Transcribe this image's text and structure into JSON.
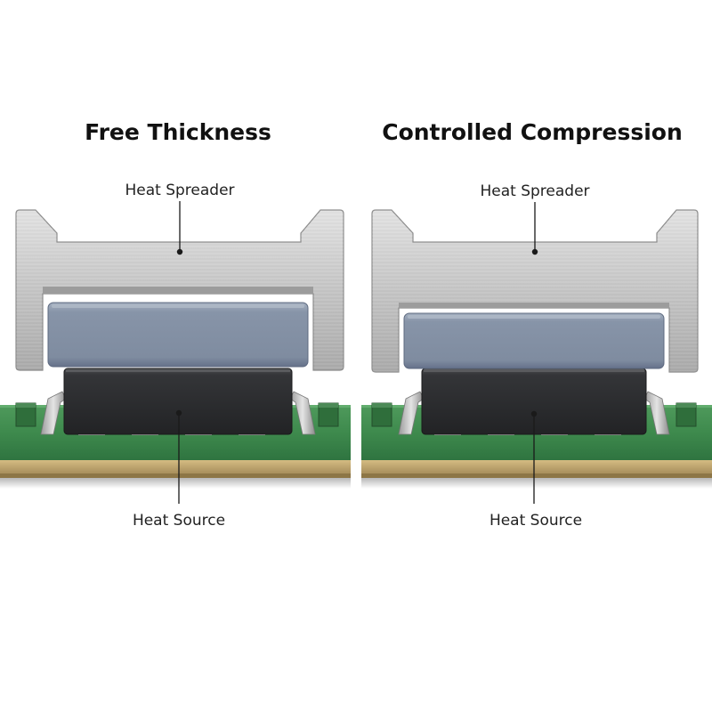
{
  "panels": [
    {
      "title": "Free Thickness",
      "top_label": "Heat Spreader",
      "bottom_label": "Heat Source",
      "state": "uncompressed"
    },
    {
      "title": "Controlled Compression",
      "top_label": "Heat Spreader",
      "bottom_label": "Heat Source",
      "state": "compressed"
    }
  ],
  "colors": {
    "background": "#ffffff",
    "spreader_metal": "#c9c9c9",
    "thermal_pad": "#8592a6",
    "heat_source_chip": "#2e2f31",
    "pcb_green": "#3f8a4e",
    "pcb_core": "#bfa46a"
  },
  "icons": [
    "leader-line",
    "leader-dot"
  ]
}
